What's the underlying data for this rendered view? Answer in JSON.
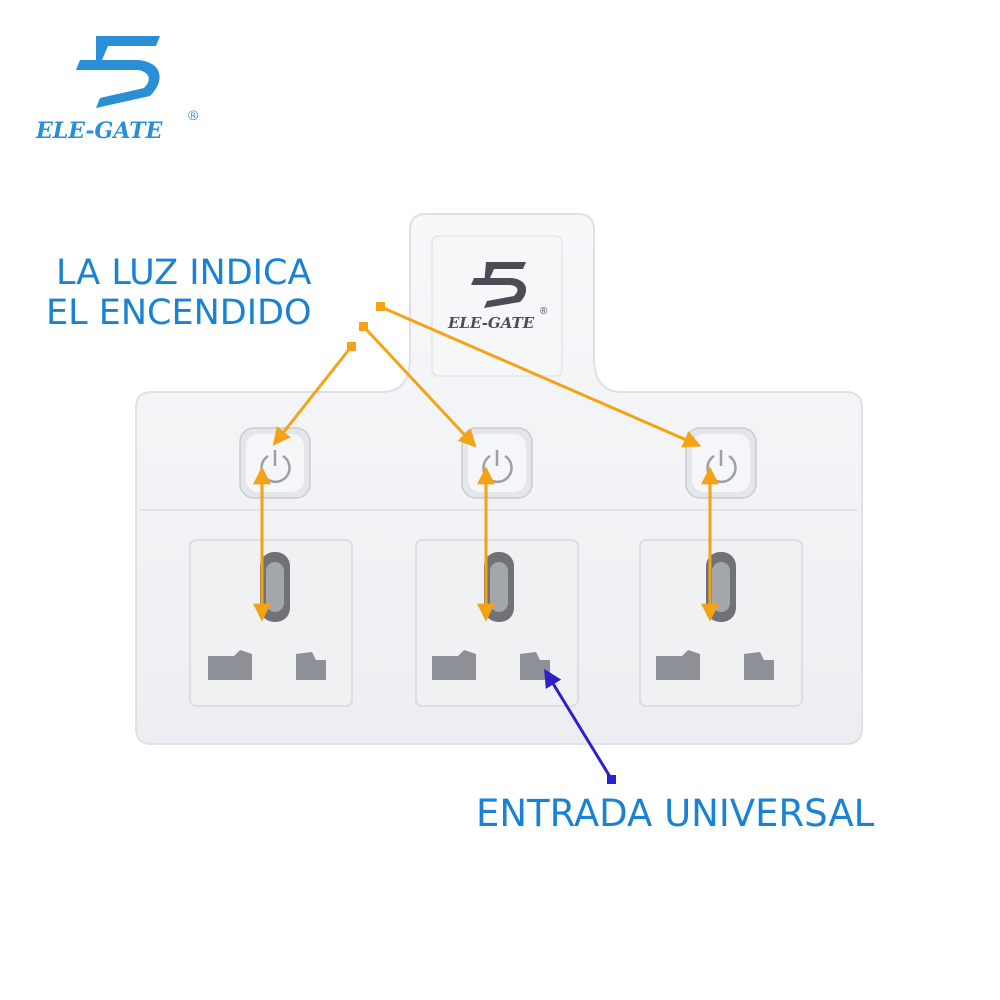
{
  "brand": {
    "name": "ELE-GATE",
    "registered_mark": "®",
    "color": "#2a8fd6"
  },
  "product": {
    "type": "3-outlet wall adapter with individual power switches",
    "body_color": "#f2f3f5",
    "socket_color": "#e8e9ec",
    "outlet_count": 3,
    "switch_icon": "power-icon"
  },
  "annotations": {
    "power_light_label_line1": "LA LUZ INDICA",
    "power_light_label_line2": "EL ENCENDIDO",
    "universal_outlet_label": "ENTRADA UNIVERSAL",
    "label_color": "#1a82d4",
    "indicator_arrow_color": "#f5a316",
    "outlet_arrow_color": "#2a22c8"
  }
}
